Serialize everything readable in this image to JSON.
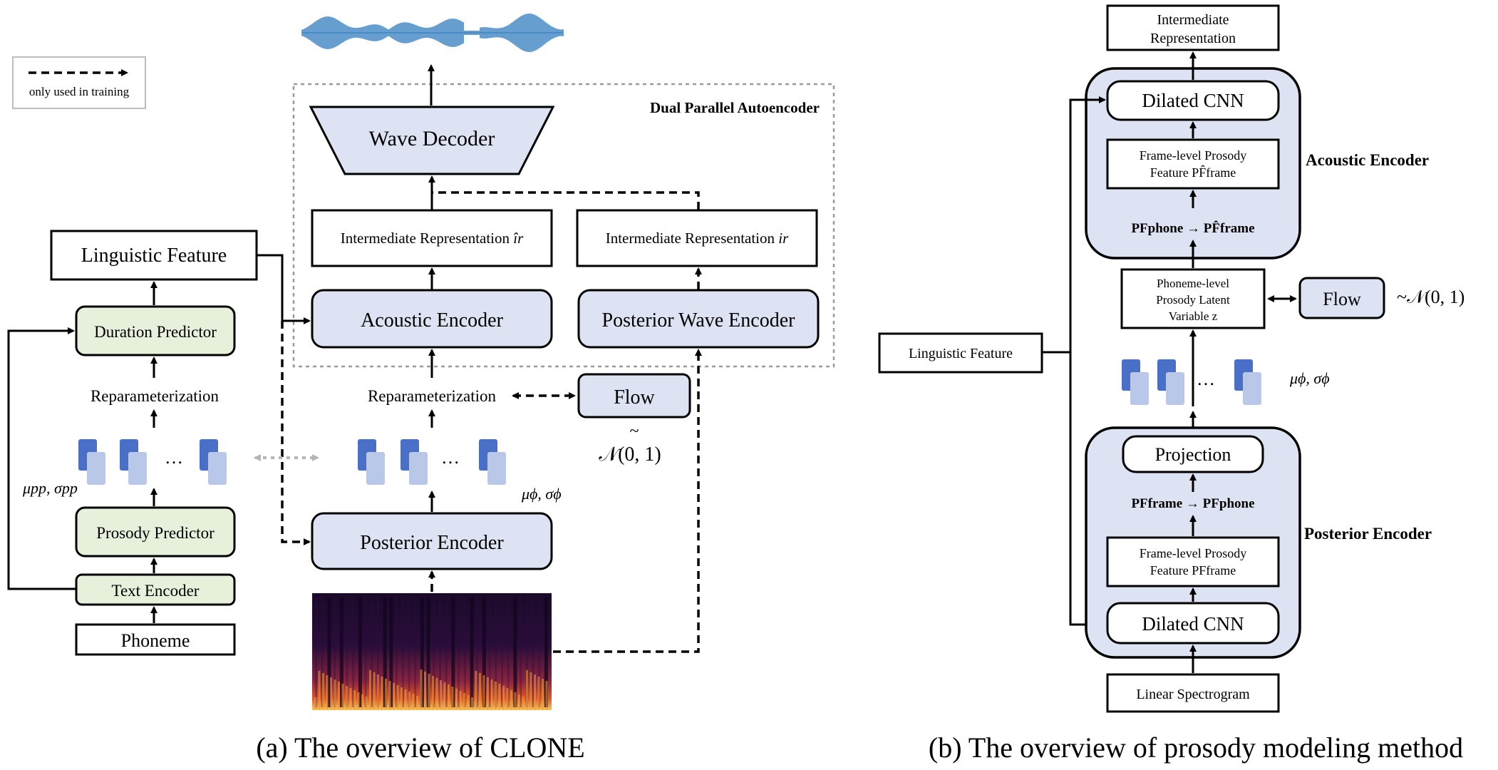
{
  "legend": {
    "label": "only used in training"
  },
  "panel_a": {
    "caption": "(a) The overview of CLONE",
    "dual_label": "Dual Parallel Autoencoder",
    "wave_decoder": "Wave Decoder",
    "ir_hat": "Intermediate Representation ",
    "ir_hat_sym": "îr",
    "ir": "Intermediate Representation ",
    "ir_sym": "ir",
    "acoustic_encoder": "Acoustic Encoder",
    "posterior_wave_encoder": "Posterior Wave Encoder",
    "linguistic_feature": "Linguistic Feature",
    "duration_predictor": "Duration Predictor",
    "reparam_left": "Reparameterization",
    "reparam_mid": "Reparameterization",
    "flow": "Flow",
    "tilde": "~",
    "normal": "𝒩(0, 1)",
    "mu_pp": "μpp, σpp",
    "mu_phi": "μϕ, σϕ",
    "ellipsis": "…",
    "prosody_predictor": "Prosody Predictor",
    "text_encoder": "Text Encoder",
    "phoneme": "Phoneme",
    "posterior_encoder": "Posterior Encoder"
  },
  "panel_b": {
    "caption": "(b) The overview of prosody modeling method",
    "intermediate_repr_l1": "Intermediate",
    "intermediate_repr_l2": "Representation",
    "dilated_cnn_top": "Dilated CNN",
    "frame_prosody_hat_l1": "Frame-level Prosody",
    "frame_prosody_hat_l2": "Feature PF̂frame",
    "acoustic_encoder": "Acoustic Encoder",
    "pf_phone_to_frame": "PFphone → PF̂frame",
    "phoneme_latent_l1": "Phoneme-level",
    "phoneme_latent_l2": "Prosody Latent",
    "phoneme_latent_l3": "Variable z",
    "flow": "Flow",
    "normal": "~𝒩(0, 1)",
    "linguistic_feature": "Linguistic Feature",
    "mu_phi": "μϕ, σϕ",
    "ellipsis": "…",
    "projection": "Projection",
    "pf_frame_to_phone": "PFframe → PFphone",
    "posterior_encoder": "Posterior Encoder",
    "frame_prosody_l1": "Frame-level  Prosody",
    "frame_prosody_l2": "Feature PFframe",
    "dilated_cnn_bottom": "Dilated CNN",
    "linear_spectrogram": "Linear Spectrogram"
  },
  "colors": {
    "blue_box": "#dde3f2",
    "green_box": "#e6f0da",
    "waveform": "#3f86c4",
    "latent_dark": "#4a6fc7",
    "latent_light": "#b9c8e8"
  }
}
